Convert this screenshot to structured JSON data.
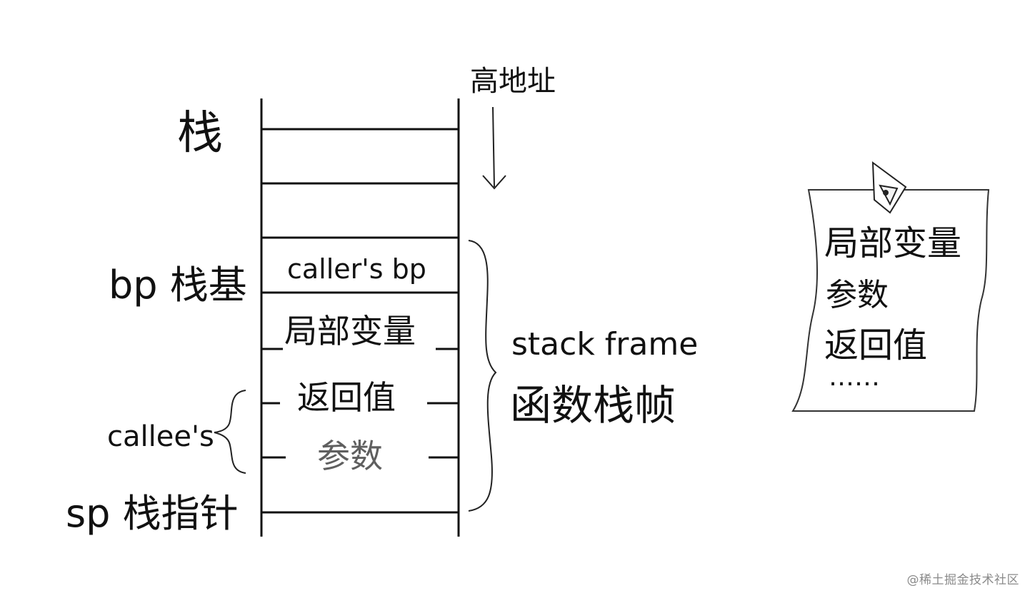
{
  "diagram": {
    "stack_title": "栈",
    "high_address": "高地址",
    "bp_label": "bp 栈基",
    "callees_label": "callee's",
    "sp_label": "sp 栈指针",
    "cells": {
      "callers_bp": "caller's bp",
      "locals": "局部变量",
      "return_value": "返回值",
      "params": "参数"
    },
    "frame_label_en": "stack frame",
    "frame_label_cn": "函数栈帧",
    "note": {
      "items": [
        "局部变量",
        "参数",
        "返回值",
        "……"
      ]
    }
  },
  "watermark": "@稀土掘金技术社区"
}
